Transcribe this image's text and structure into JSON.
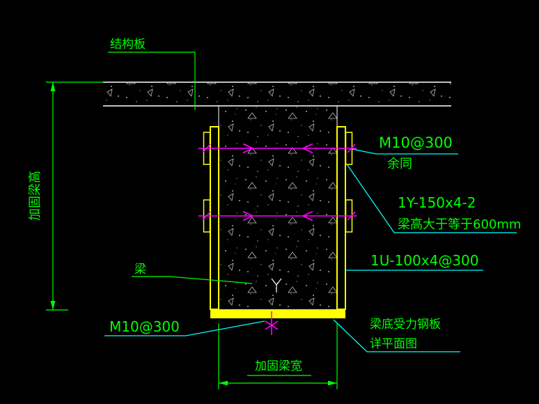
{
  "title": "beam-reinforcement-detail-drawing",
  "colors": {
    "background": "#000000",
    "dimension_green": "#00ff00",
    "plate_yellow": "#ffff00",
    "bolt_magenta": "#ff00ff",
    "leader_cyan": "#00ffff",
    "concrete_white": "#ffffff"
  },
  "labels": {
    "structural_slab": "结构板",
    "reinforced_beam_height": "加固梁高",
    "bolt_spec_top": "M10@300",
    "rest_same": "余同",
    "stiffener_spec": "1Y-150x4-2",
    "beam_height_condition": "梁高大于等于600mm",
    "channel_spec": "1U-100x4@300",
    "beam": "梁",
    "bolt_spec_bottom": "M10@300",
    "bottom_plate_note": "梁底受力钢板",
    "see_plan_note": "详平面图",
    "reinforced_beam_width": "加固梁宽"
  }
}
